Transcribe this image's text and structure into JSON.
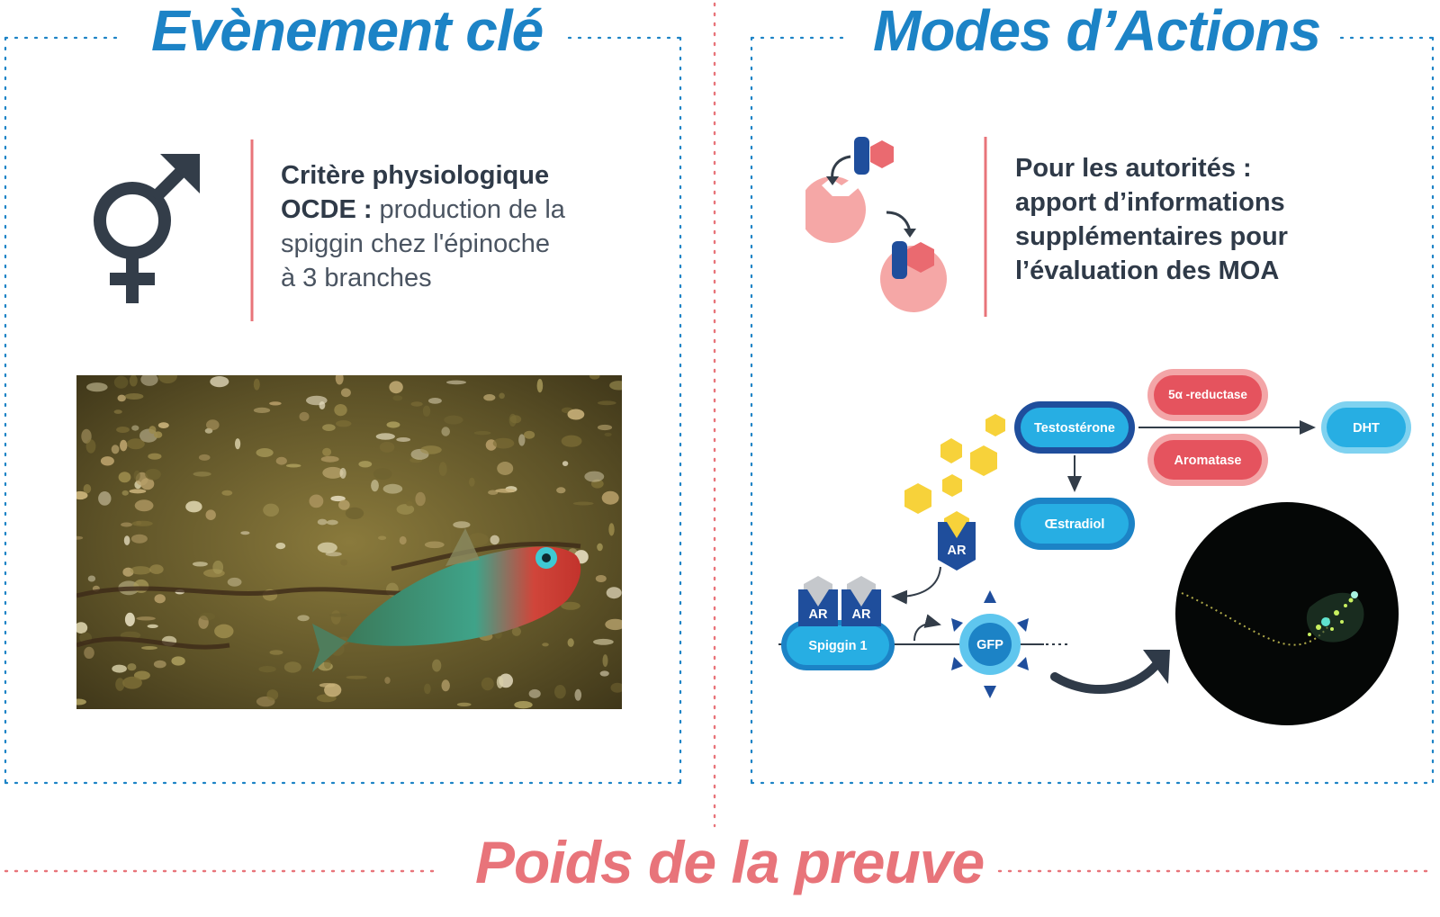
{
  "left_panel": {
    "title": "Evènement clé",
    "icon": "male-female-symbol-icon",
    "text_bold_line1": "Critère physiologique",
    "text_bold_line2": "OCDE :",
    "text_light_line2": " production de la",
    "text_light_line3": "spiggin chez l'épinoche",
    "text_light_line4": "à 3 branches",
    "photo": "stickleback-fish-photo"
  },
  "right_panel": {
    "title": "Modes d’Actions",
    "icon": "receptor-binding-icon",
    "text_line1": "Pour les autorités :",
    "text_line2": "apport d’informations",
    "text_line3": "supplémentaires pour",
    "text_line4": "l’évaluation des MOA",
    "diagram": {
      "testosterone": "Testostérone",
      "reductase": "5α -reductase",
      "aromatase": "Aromatase",
      "dht": "DHT",
      "oestradiol": "Œstradiol",
      "ar": "AR",
      "ar_left": "AR",
      "ar_right": "AR",
      "spiggin": "Spiggin 1",
      "gfp": "GFP"
    },
    "micrograph": "fluorescent-larva-micrograph"
  },
  "bottom": {
    "title": "Poids de la preuve"
  },
  "colors": {
    "blue": "#1c83c6",
    "red": "#e8747a",
    "dark": "#2f3a48",
    "navy": "#1f4e9c",
    "cyan": "#27aee3",
    "yellow": "#f7d23a"
  }
}
